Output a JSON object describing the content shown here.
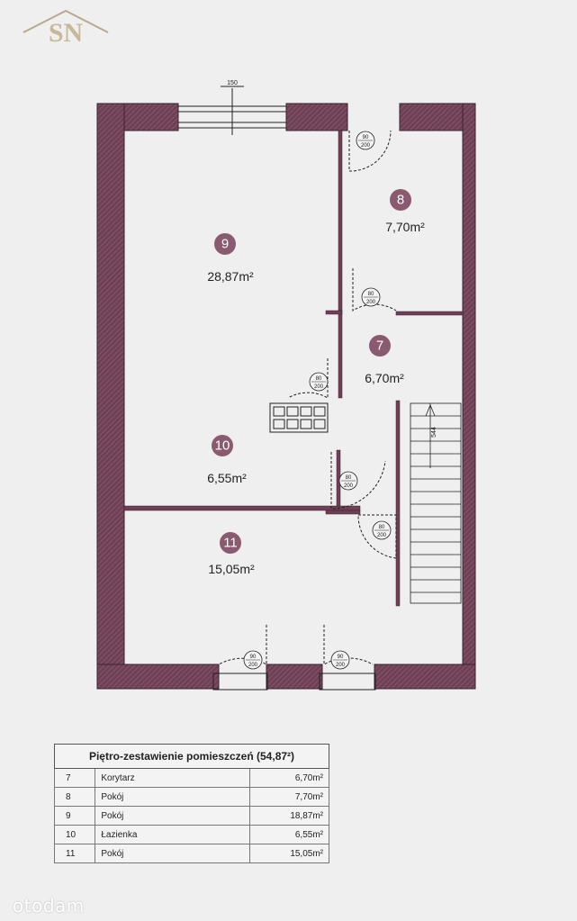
{
  "logo": {
    "text": "SN"
  },
  "rooms": [
    {
      "id": "r9",
      "number": "9",
      "area": "28,87m²"
    },
    {
      "id": "r8",
      "number": "8",
      "area": "7,70m²"
    },
    {
      "id": "r7",
      "number": "7",
      "area": "6,70m²"
    },
    {
      "id": "r10",
      "number": "10",
      "area": "6,55m²"
    },
    {
      "id": "r11",
      "number": "11",
      "area": "15,05m²"
    }
  ],
  "doors": [
    {
      "top": "90",
      "bottom": "200"
    },
    {
      "top": "80",
      "bottom": "200"
    },
    {
      "top": "80",
      "bottom": "200"
    },
    {
      "top": "80",
      "bottom": "200"
    },
    {
      "top": "80",
      "bottom": "200"
    },
    {
      "top": "90",
      "bottom": "200"
    },
    {
      "top": "90",
      "bottom": "200"
    }
  ],
  "window_dimension": "150",
  "stair_dimension": "544",
  "summary": {
    "title": "Piętro-zestawienie pomieszczeń (54,87²)",
    "rows": [
      {
        "num": "7",
        "name": "Korytarz",
        "area": "6,70m²"
      },
      {
        "num": "8",
        "name": "Pokój",
        "area": "7,70m²"
      },
      {
        "num": "9",
        "name": "Pokój",
        "area": "18,87m²"
      },
      {
        "num": "10",
        "name": "Łazienka",
        "area": "6,55m²"
      },
      {
        "num": "11",
        "name": "Pokój",
        "area": "15,05m²"
      }
    ]
  },
  "watermark": "otodam",
  "colors": {
    "wall": "#6e3f55",
    "room_badge": "#8a5a6e"
  }
}
